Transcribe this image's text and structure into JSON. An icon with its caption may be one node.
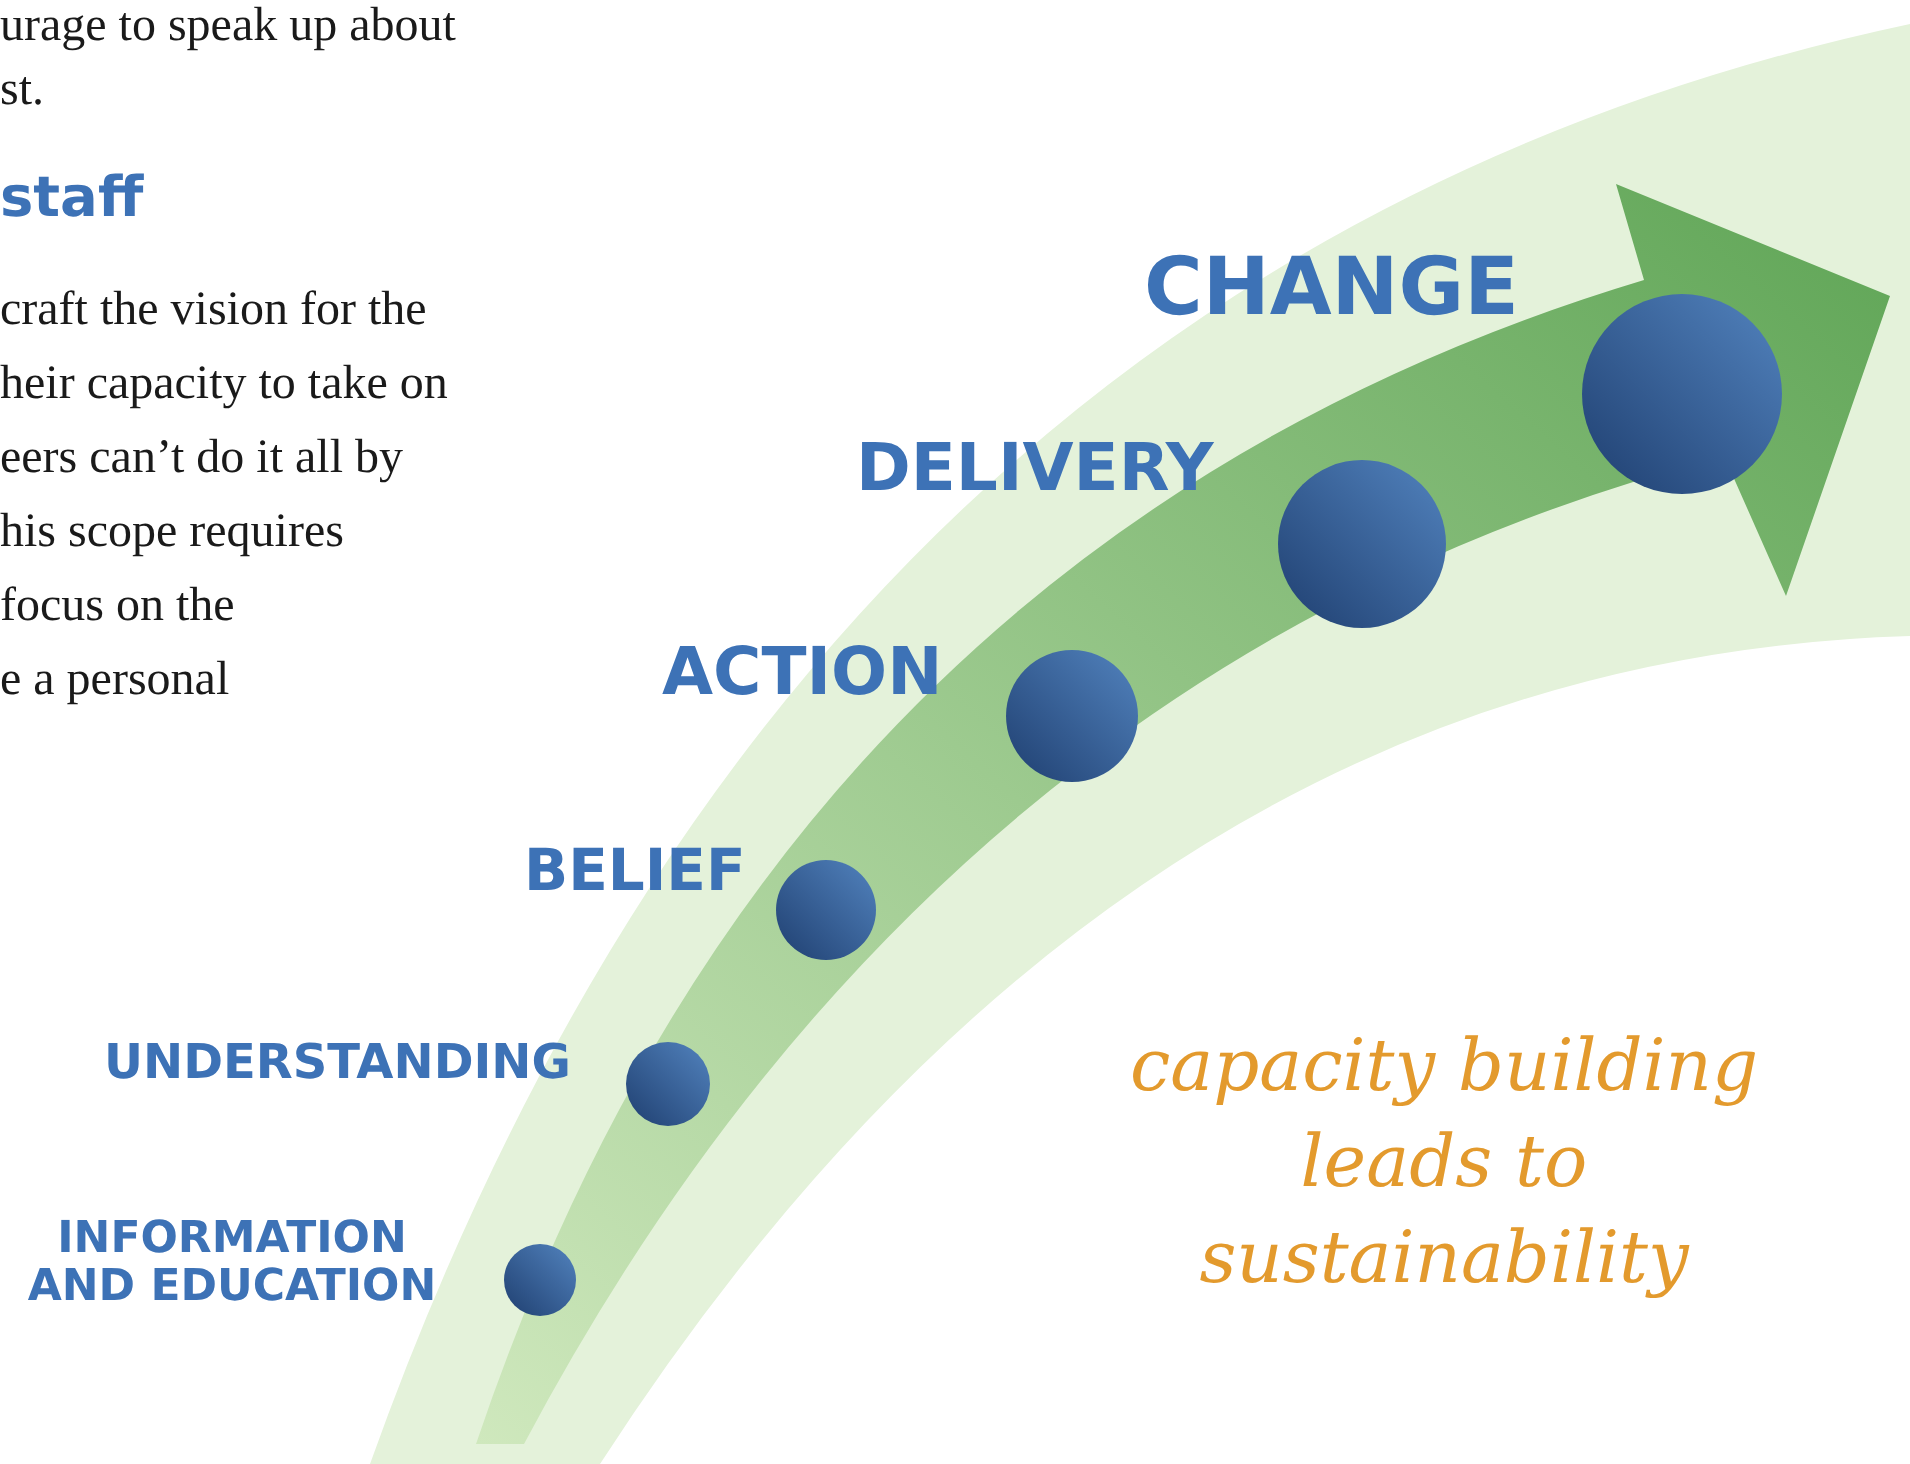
{
  "diagram": {
    "nodes": [
      {
        "text": [
          "INFORMATION AND EDUCATION"
        ]
      },
      {
        "text": [
          "UNDERSTANDING"
        ]
      },
      {
        "text": [
          "BELIEF"
        ]
      },
      {
        "text": [
          "ACTION"
        ]
      },
      {
        "text": [
          "DELIVERY"
        ]
      },
      {
        "text": [
          "CHANGE"
        ]
      }
    ],
    "labels": [
      "urage to speak up about",
      "st.",
      "staff",
      "craft the vision for the",
      "heir capacity to take on",
      "eers can’t do it all by",
      "his scope requires",
      "focus on the",
      "e a personal",
      "capacity building",
      "leads to",
      "sustainability"
    ]
  }
}
